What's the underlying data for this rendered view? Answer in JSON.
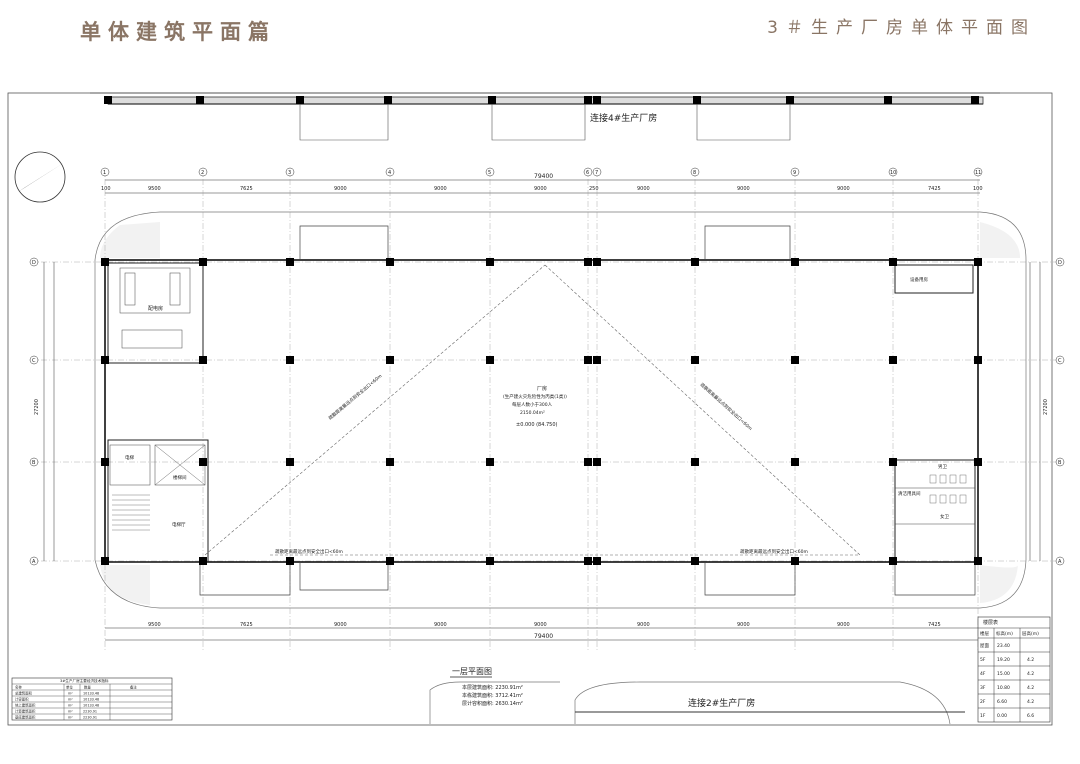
{
  "header": {
    "title": "单体建筑平面篇",
    "drawing_title": "3＃生产厂房单体平面图"
  },
  "plan": {
    "top_connection": "连接4#生产厂房",
    "bottom_connection": "连接2#生产厂房",
    "plan_name": "一层平面图",
    "center_block": {
      "line1": "厂房",
      "line2": "(生产建火灾危险性为丙类(1类))",
      "line3": "每层人数小于300人",
      "line4": "2150.04m²",
      "line5": "±0.000 (84.750)"
    },
    "diagonals": {
      "upper_left": "疏散距离最远点到安全出口<60m",
      "upper_right": "疏散距离最远点到安全出口<60m",
      "lower_left": "疏散距离最远点到安全出口<60m",
      "lower_right": "疏散距离最远点到安全出口<60m"
    },
    "rooms": {
      "distribution": "配电房",
      "elevator": "电梯",
      "stair": "楼梯间",
      "elevator_hall": "电梯厅",
      "male_wc": "男卫",
      "female_wc": "女卫",
      "cleaning": "清洁用具间",
      "equipment": "设备用房"
    },
    "area_summary": {
      "line1": "本层建筑面积: 2230.91m²",
      "line2": "本栋建筑面积: 3712.41m²",
      "line3": "层计容积面积: 2630.14m²"
    },
    "overall_dimension": "79400",
    "overall_depth": "27200",
    "top_dims": [
      "100",
      "9500",
      "7625",
      "9000",
      "9000",
      "9000",
      "250",
      "9000",
      "9000",
      "9000",
      "7425",
      "100"
    ],
    "axis_numbers": [
      "1",
      "2",
      "3",
      "4",
      "5",
      "6",
      "7",
      "8",
      "9",
      "10",
      "11"
    ],
    "axis_letters": [
      "D",
      "C",
      "B",
      "A"
    ]
  },
  "floor_table": {
    "title": "楼层表",
    "headers": [
      "楼层",
      "标高(m)",
      "层高(m)"
    ],
    "rows": [
      [
        "屋面",
        "23.40",
        ""
      ],
      [
        "5F",
        "19.20",
        "4.2"
      ],
      [
        "4F",
        "15.00",
        "4.2"
      ],
      [
        "3F",
        "10.80",
        "4.2"
      ],
      [
        "2F",
        "6.60",
        "4.2"
      ],
      [
        "1F",
        "0.00",
        "6.6"
      ]
    ]
  },
  "index_table": {
    "title": "3#生产厂房主要经济技术指标",
    "headers": [
      "名称",
      "单位",
      "数量",
      "备注"
    ],
    "rows": [
      [
        "总建筑面积",
        "m²",
        "10133.48",
        ""
      ],
      [
        "计容面积",
        "m²",
        "10133.48",
        ""
      ],
      [
        "地上建筑面积",
        "m²",
        "10133.48",
        ""
      ],
      [
        "计算建筑面积",
        "m²",
        "2230.91",
        ""
      ],
      [
        "基底建筑面积",
        "m²",
        "2230.91",
        ""
      ]
    ]
  },
  "colors": {
    "title": "#8a7565",
    "line": "#222222",
    "column": "#000000",
    "hatch": "#888888"
  }
}
